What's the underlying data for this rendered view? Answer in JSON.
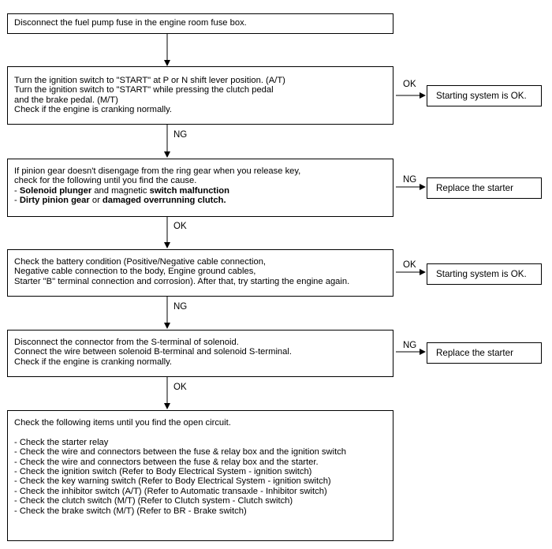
{
  "step1": {
    "text": "Disconnect the fuel pump fuse in the engine room fuse box."
  },
  "step2": {
    "lines": [
      "Turn the ignition switch to \"START\" at P or N shift lever position. (A/T)",
      "Turn the ignition switch to \"START\" while pressing the clutch pedal",
      "and the brake pedal. (M/T)",
      "Check if the engine is cranking normally."
    ],
    "ok_label": "OK",
    "ok_result": "Starting system is OK.",
    "next_label": "NG"
  },
  "step3": {
    "lines": [
      "If pinion gear doesn't disengage from the ring gear when you release key,",
      "check for the following until you find the cause."
    ],
    "item1": {
      "prefix": "- ",
      "bold1": "Solenoid plunger",
      "mid": " and magnetic ",
      "bold2": "switch malfunction"
    },
    "item2": {
      "prefix": "- ",
      "bold1": "Dirty pinion gear",
      "mid": " or ",
      "bold2": "damaged overrunning clutch."
    },
    "ng_label": "NG",
    "ng_result": "Replace the starter",
    "next_label": "OK"
  },
  "step4": {
    "lines": [
      "Check the battery condition (Positive/Negative cable connection,",
      "Negative cable connection to the body, Engine ground cables,",
      "Starter \"B\" terminal connection and corrosion). After that, try starting the engine again."
    ],
    "ok_label": "OK",
    "ok_result": "Starting system is OK.",
    "next_label": "NG"
  },
  "step5": {
    "lines": [
      "Disconnect the connector from the S-terminal of solenoid.",
      "Connect the wire between solenoid B-terminal and solenoid S-terminal.",
      "Check if the engine is cranking normally."
    ],
    "ng_label": "NG",
    "ng_result": "Replace the starter",
    "next_label": "OK"
  },
  "step6": {
    "heading": "Check the following items until you find the open circuit.",
    "items": [
      "- Check the starter relay",
      "- Check the wire and connectors between the fuse & relay box and the ignition switch",
      "- Check the wire and connectors between the fuse & relay box and the starter.",
      "- Check the ignition switch (Refer to Body Electrical System - ignition switch)",
      "- Check the key warning switch (Refer to Body Electrical System - ignition switch)",
      "- Check the inhibitor switch (A/T) (Refer to Automatic transaxle - Inhibitor switch)",
      "- Check the clutch switch (M/T) (Refer to Clutch system - Clutch switch)",
      "- Check the brake switch (M/T) (Refer to BR - Brake switch)"
    ]
  },
  "colors": {
    "line": "#000000",
    "background": "#ffffff"
  }
}
